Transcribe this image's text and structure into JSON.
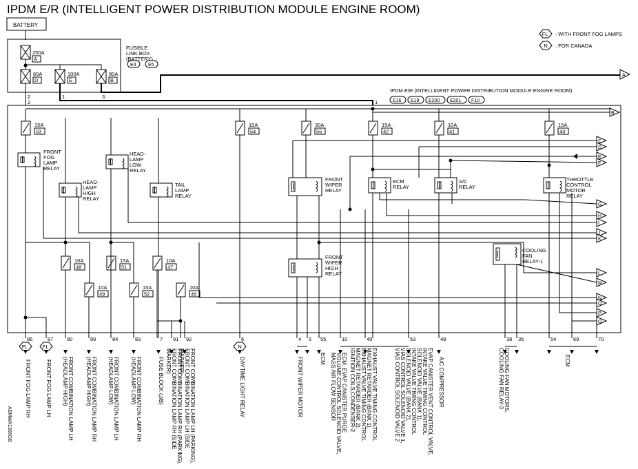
{
  "title": "IPDM E/R (INTELLIGENT POWER DISTRIBUTION MODULE ENGINE ROOM)",
  "battery": "BATTERY",
  "legend": [
    {
      "tag": "FL",
      "text": ": WITH FRONT FOG LAMPS"
    },
    {
      "tag": "N",
      "text": ": FOR CANADA"
    }
  ],
  "fusible_link_box": {
    "label_lines": [
      "FUSIBLE",
      "LINK BOX",
      "(BATTERY)"
    ],
    "connectors": [
      "E4",
      "E5"
    ],
    "fuses": [
      {
        "amps": "250A",
        "id": "A"
      },
      {
        "amps": "60A",
        "id": "D"
      },
      {
        "amps": "100A",
        "id": "E"
      },
      {
        "amps": "80A",
        "id": "B"
      }
    ],
    "terminals": [
      "2",
      "2",
      "1",
      "3"
    ]
  },
  "ipdm": {
    "label": "IPDM E/R (INTELLIGENT POWER DISTRIBUTION MODULE ENGINE ROOM)",
    "connectors": [
      "E16",
      "E18",
      "E200",
      "E201",
      "F10"
    ],
    "junction_terminal": "1"
  },
  "fuses": [
    {
      "amps": "15A",
      "num": "53"
    },
    {
      "amps": "10A",
      "num": "54"
    },
    {
      "amps": "30A",
      "num": "55"
    },
    {
      "amps": "15A",
      "num": "42"
    },
    {
      "amps": "10A",
      "num": "41"
    },
    {
      "amps": "15A",
      "num": "43"
    },
    {
      "amps": "10A",
      "num": "48"
    },
    {
      "amps": "10A",
      "num": "49"
    },
    {
      "amps": "15A",
      "num": "51"
    },
    {
      "amps": "15A",
      "num": "52"
    },
    {
      "amps": "10A",
      "num": "47"
    },
    {
      "amps": "10A",
      "num": "46"
    }
  ],
  "relays": [
    {
      "lines": [
        "FRONT",
        "FOG",
        "LAMP",
        "RELAY"
      ]
    },
    {
      "lines": [
        "HEAD-",
        "LAMP",
        "LOW",
        "RELAY"
      ]
    },
    {
      "lines": [
        "HEAD-",
        "LAMP",
        "HIGH",
        "RELAY"
      ]
    },
    {
      "lines": [
        "TAIL",
        "LAMP",
        "RELAY"
      ]
    },
    {
      "lines": [
        "FRONT",
        "WIPER",
        "RELAY"
      ]
    },
    {
      "lines": [
        "ECM",
        "RELAY"
      ]
    },
    {
      "lines": [
        "A/C",
        "RELAY"
      ]
    },
    {
      "lines": [
        "THROTTLE",
        "CONTROL",
        "MOTOR",
        "RELAY"
      ]
    },
    {
      "lines": [
        "FRONT",
        "WIPER",
        "HIGH",
        "RELAY"
      ]
    },
    {
      "lines": [
        "COOLING",
        "FAN",
        "RELAY-1"
      ]
    }
  ],
  "right_connectors": [
    "A",
    "B",
    "C",
    "D",
    "E",
    "F",
    "G",
    "H",
    "I",
    "J",
    "K",
    "L",
    "M",
    "N",
    "O",
    "P",
    "Q"
  ],
  "terminals": [
    "86",
    "87",
    "90",
    "89",
    "84",
    "83",
    "7",
    "91",
    "92",
    "6",
    "4",
    "5",
    "55",
    "10",
    "49",
    "53",
    "48",
    "38",
    "35",
    "54",
    "69",
    "70"
  ],
  "option_tags": [
    "FL",
    "FL",
    "N"
  ],
  "loads": [
    [
      "FRONT FOG LAMP RH"
    ],
    [
      "FRONT FOG LAMP LH"
    ],
    [
      "FRONT COMBINATION LAMP LH",
      "(HEADLAMP HIGH)"
    ],
    [
      "FRONT COMBINATION LAMP RH",
      "(HEADLAMP HIGH)"
    ],
    [
      "FRONT COMBINATION LAMP LH",
      "(HEADLAMP LOW)"
    ],
    [
      "FRONT COMBINATION LAMP RH",
      "(HEADLAMP LOW)"
    ],
    [
      "FUSE BLOCK (J/B)"
    ],
    [
      "FRONT COMBINATION LAMP RH (PARKING),",
      "FRONT COMBINATION LAMP RH (SIDE",
      "MARKER)"
    ],
    [
      "FRONT COMBINATION LAMP LH (PARKING),",
      "FRONT COMBINATION LAMP LH (SIDE",
      "MARKER)"
    ],
    [
      "DAYTIME LIGHT RELAY"
    ],
    [
      "FRONT WIPER MOTOR"
    ],
    [
      "ECM"
    ],
    [
      "ECM, EVAP CANISTER PURGE",
      "VOLUME CONTROL SOLENOID VALVE,",
      "MASS AIR FLOW SENSOR"
    ],
    [
      "EXHAUST VALVE TIMING CONTROL",
      "MAGNET RETARDER (BANK 1),",
      "EXHAUST VALVE TIMING CONTROL",
      "MAGNET RETARDER (BANK 2),",
      "IGNITION COILS,CONDENSER-2"
    ],
    [
      "EVAP CANISTER VENT CONTROL VALVE,",
      "INTAKE VALVE TIMING CONTROL",
      "SOLENOID VALVE (BANK 1),",
      "INTAKE VALVE TIMING CONTROL",
      "SOLENOID VALVE (BANK 2),",
      "VIAS CONTROL SOLENOID VALVE 1,",
      "VIAS CONTROL SOLENOID VALVE 2"
    ],
    [
      "A/C COMPRESSOR"
    ],
    [
      "COOLING FAN MOTORS,",
      "COOLING FAN RELAY-3"
    ],
    [
      "ECM"
    ]
  ],
  "figure_code": "ABMWA1395GB"
}
